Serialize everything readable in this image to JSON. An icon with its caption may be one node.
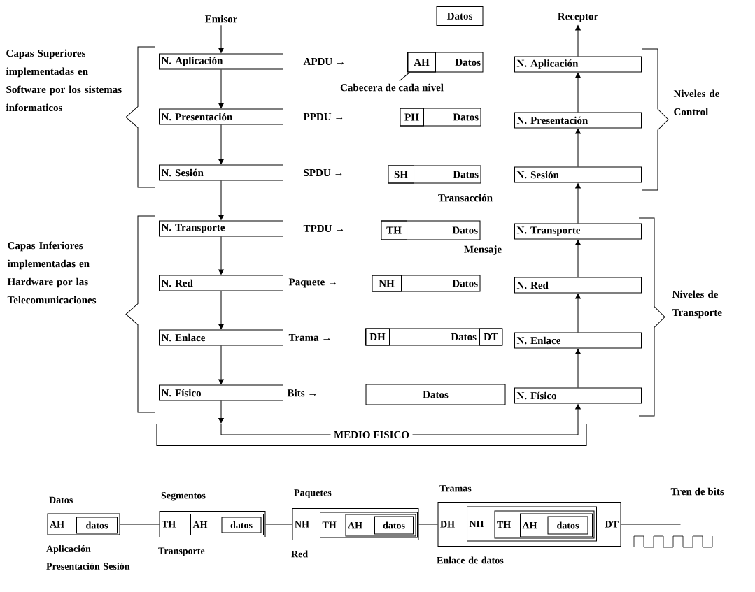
{
  "diagram": {
    "nodes": [
      {
        "text": [
          "Emisor"
        ]
      },
      {
        "text": [
          "N. Aplicación"
        ]
      },
      {
        "text": [
          "N. Presentación"
        ]
      },
      {
        "text": [
          "N. Sesión"
        ]
      },
      {
        "text": [
          "N. Transporte"
        ]
      },
      {
        "text": [
          "N. Red"
        ]
      },
      {
        "text": [
          "N. Enlace"
        ]
      },
      {
        "text": [
          "N. Físico"
        ]
      },
      {
        "text": [
          "MEDIO FISICO"
        ]
      },
      {
        "text": [
          "Receptor"
        ]
      },
      {
        "text": [
          "N. Aplicación"
        ]
      },
      {
        "text": [
          "N. Presentación"
        ]
      },
      {
        "text": [
          "N. Sesión"
        ]
      },
      {
        "text": [
          "N. Transporte"
        ]
      },
      {
        "text": [
          "N. Red"
        ]
      },
      {
        "text": [
          "N. Enlace"
        ]
      },
      {
        "text": [
          "N. Físico"
        ]
      },
      {
        "text": [
          "Datos"
        ]
      },
      {
        "text": [
          "Datos"
        ]
      },
      {
        "text": [
          "AH"
        ],
        "in": 18
      },
      {
        "text": [
          "Cabecera de cada nivel"
        ]
      },
      {
        "text": [
          "Datos"
        ]
      },
      {
        "text": [
          "PH"
        ],
        "in": 21
      },
      {
        "text": [
          "Datos"
        ]
      },
      {
        "text": [
          "SH"
        ],
        "in": 23
      },
      {
        "text": [
          "Datos"
        ]
      },
      {
        "text": [
          "TH"
        ],
        "in": 25
      },
      {
        "text": [
          "Datos"
        ]
      },
      {
        "text": [
          "NH"
        ],
        "in": 27
      },
      {
        "text": [
          "Datos"
        ]
      },
      {
        "text": [
          "DH"
        ],
        "in": 29
      },
      {
        "text": [
          "DT"
        ],
        "in": 29
      },
      {
        "text": [
          "Datos"
        ]
      },
      {
        "text": [
          "AH"
        ],
        "beside": [
          "Datos",
          "Aplicación Presentación Sesión"
        ]
      },
      {
        "text": [
          "datos"
        ],
        "in": 33
      },
      {
        "text": [
          "TH"
        ],
        "beside": [
          "Segmentos",
          "Transporte"
        ]
      },
      {
        "text": [
          "AH"
        ],
        "in": 35
      },
      {
        "text": [
          "datos"
        ],
        "in": 36
      },
      {
        "text": [
          "NH"
        ],
        "beside": [
          "Paquetes",
          "Red"
        ]
      },
      {
        "text": [
          "TH"
        ],
        "in": 38
      },
      {
        "text": [
          "AH"
        ],
        "in": 39
      },
      {
        "text": [
          "datos"
        ],
        "in": 40
      },
      {
        "text": [
          "DH",
          "DT"
        ],
        "beside": [
          "Tramas",
          "Enlace de datos"
        ]
      },
      {
        "text": [
          "NH"
        ],
        "in": 42
      },
      {
        "text": [
          "TH"
        ],
        "in": 43
      },
      {
        "text": [
          "AH"
        ],
        "in": 44
      },
      {
        "text": [
          "datos"
        ],
        "in": 45
      }
    ],
    "edges": [
      {
        "from": 0,
        "to": 1,
        "arrow": "to"
      },
      {
        "from": 1,
        "to": 2,
        "arrow": "to"
      },
      {
        "from": 2,
        "to": 3,
        "arrow": "to"
      },
      {
        "from": 3,
        "to": 4,
        "arrow": "to"
      },
      {
        "from": 4,
        "to": 5,
        "arrow": "to"
      },
      {
        "from": 5,
        "to": 6,
        "arrow": "to"
      },
      {
        "from": 6,
        "to": 7,
        "arrow": "to"
      },
      {
        "from": 7,
        "to": 8,
        "arrow": "to"
      },
      {
        "from": 8,
        "to": 16,
        "arrow": "to"
      },
      {
        "from": 16,
        "to": 15,
        "arrow": "to"
      },
      {
        "from": 15,
        "to": 14,
        "arrow": "to"
      },
      {
        "from": 14,
        "to": 13,
        "arrow": "to"
      },
      {
        "from": 13,
        "to": 12,
        "arrow": "to"
      },
      {
        "from": 12,
        "to": 11,
        "arrow": "to"
      },
      {
        "from": 11,
        "to": 10,
        "arrow": "to"
      },
      {
        "from": 10,
        "to": 9,
        "arrow": "to"
      },
      {
        "from": 20,
        "to": 19,
        "arrow": "none"
      },
      {
        "from": 33,
        "to": 35,
        "arrow": "none"
      },
      {
        "from": 35,
        "to": 38,
        "arrow": "none"
      },
      {
        "from": 38,
        "to": 42,
        "arrow": "none"
      },
      {
        "from": 42,
        "to": null,
        "arrow": "none"
      }
    ],
    "labels": [
      "Capas Superiores implementadas en Software por los sistemas informaticos",
      "Niveles de Control",
      "APDU →",
      "PPDU →",
      "SPDU →",
      "Transacción",
      "TPDU →",
      "Mensaje",
      "Capas Inferiores implementadas en Hardware por las Telecomunicaciones",
      "Paquete →",
      "Trama →",
      "Niveles de Transporte",
      "Bits →",
      "Tren de bits"
    ]
  }
}
